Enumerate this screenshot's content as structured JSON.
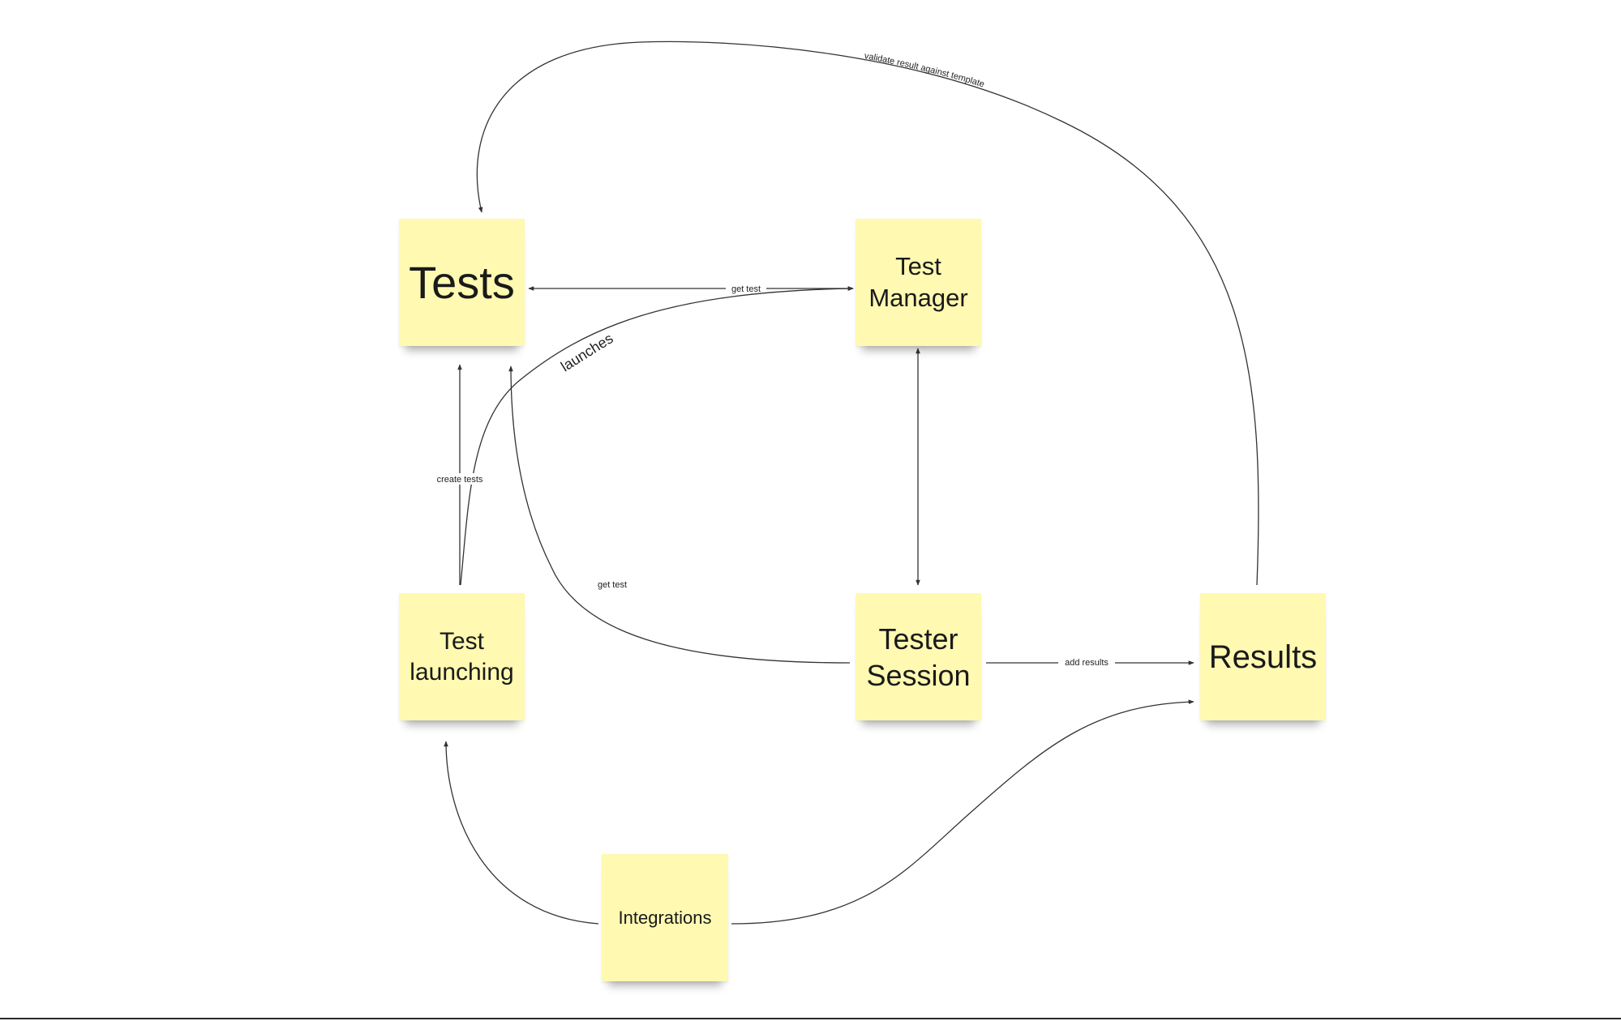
{
  "diagram": {
    "notes": {
      "tests": "Tests",
      "test_manager": "Test\nManager",
      "test_launching": "Test\nlaunching",
      "tester_session": "Tester\nSession",
      "results": "Results",
      "integrations": "Integrations"
    },
    "edges": {
      "validate": "validate result against template",
      "get_test_top": "get test",
      "launches": "launches",
      "create_tests": "create tests",
      "get_test_bottom": "get test",
      "add_results": "add results"
    },
    "colors": {
      "sticky_note": "#fff9b1",
      "connector": "#333333",
      "text": "#1a1a1a"
    }
  }
}
